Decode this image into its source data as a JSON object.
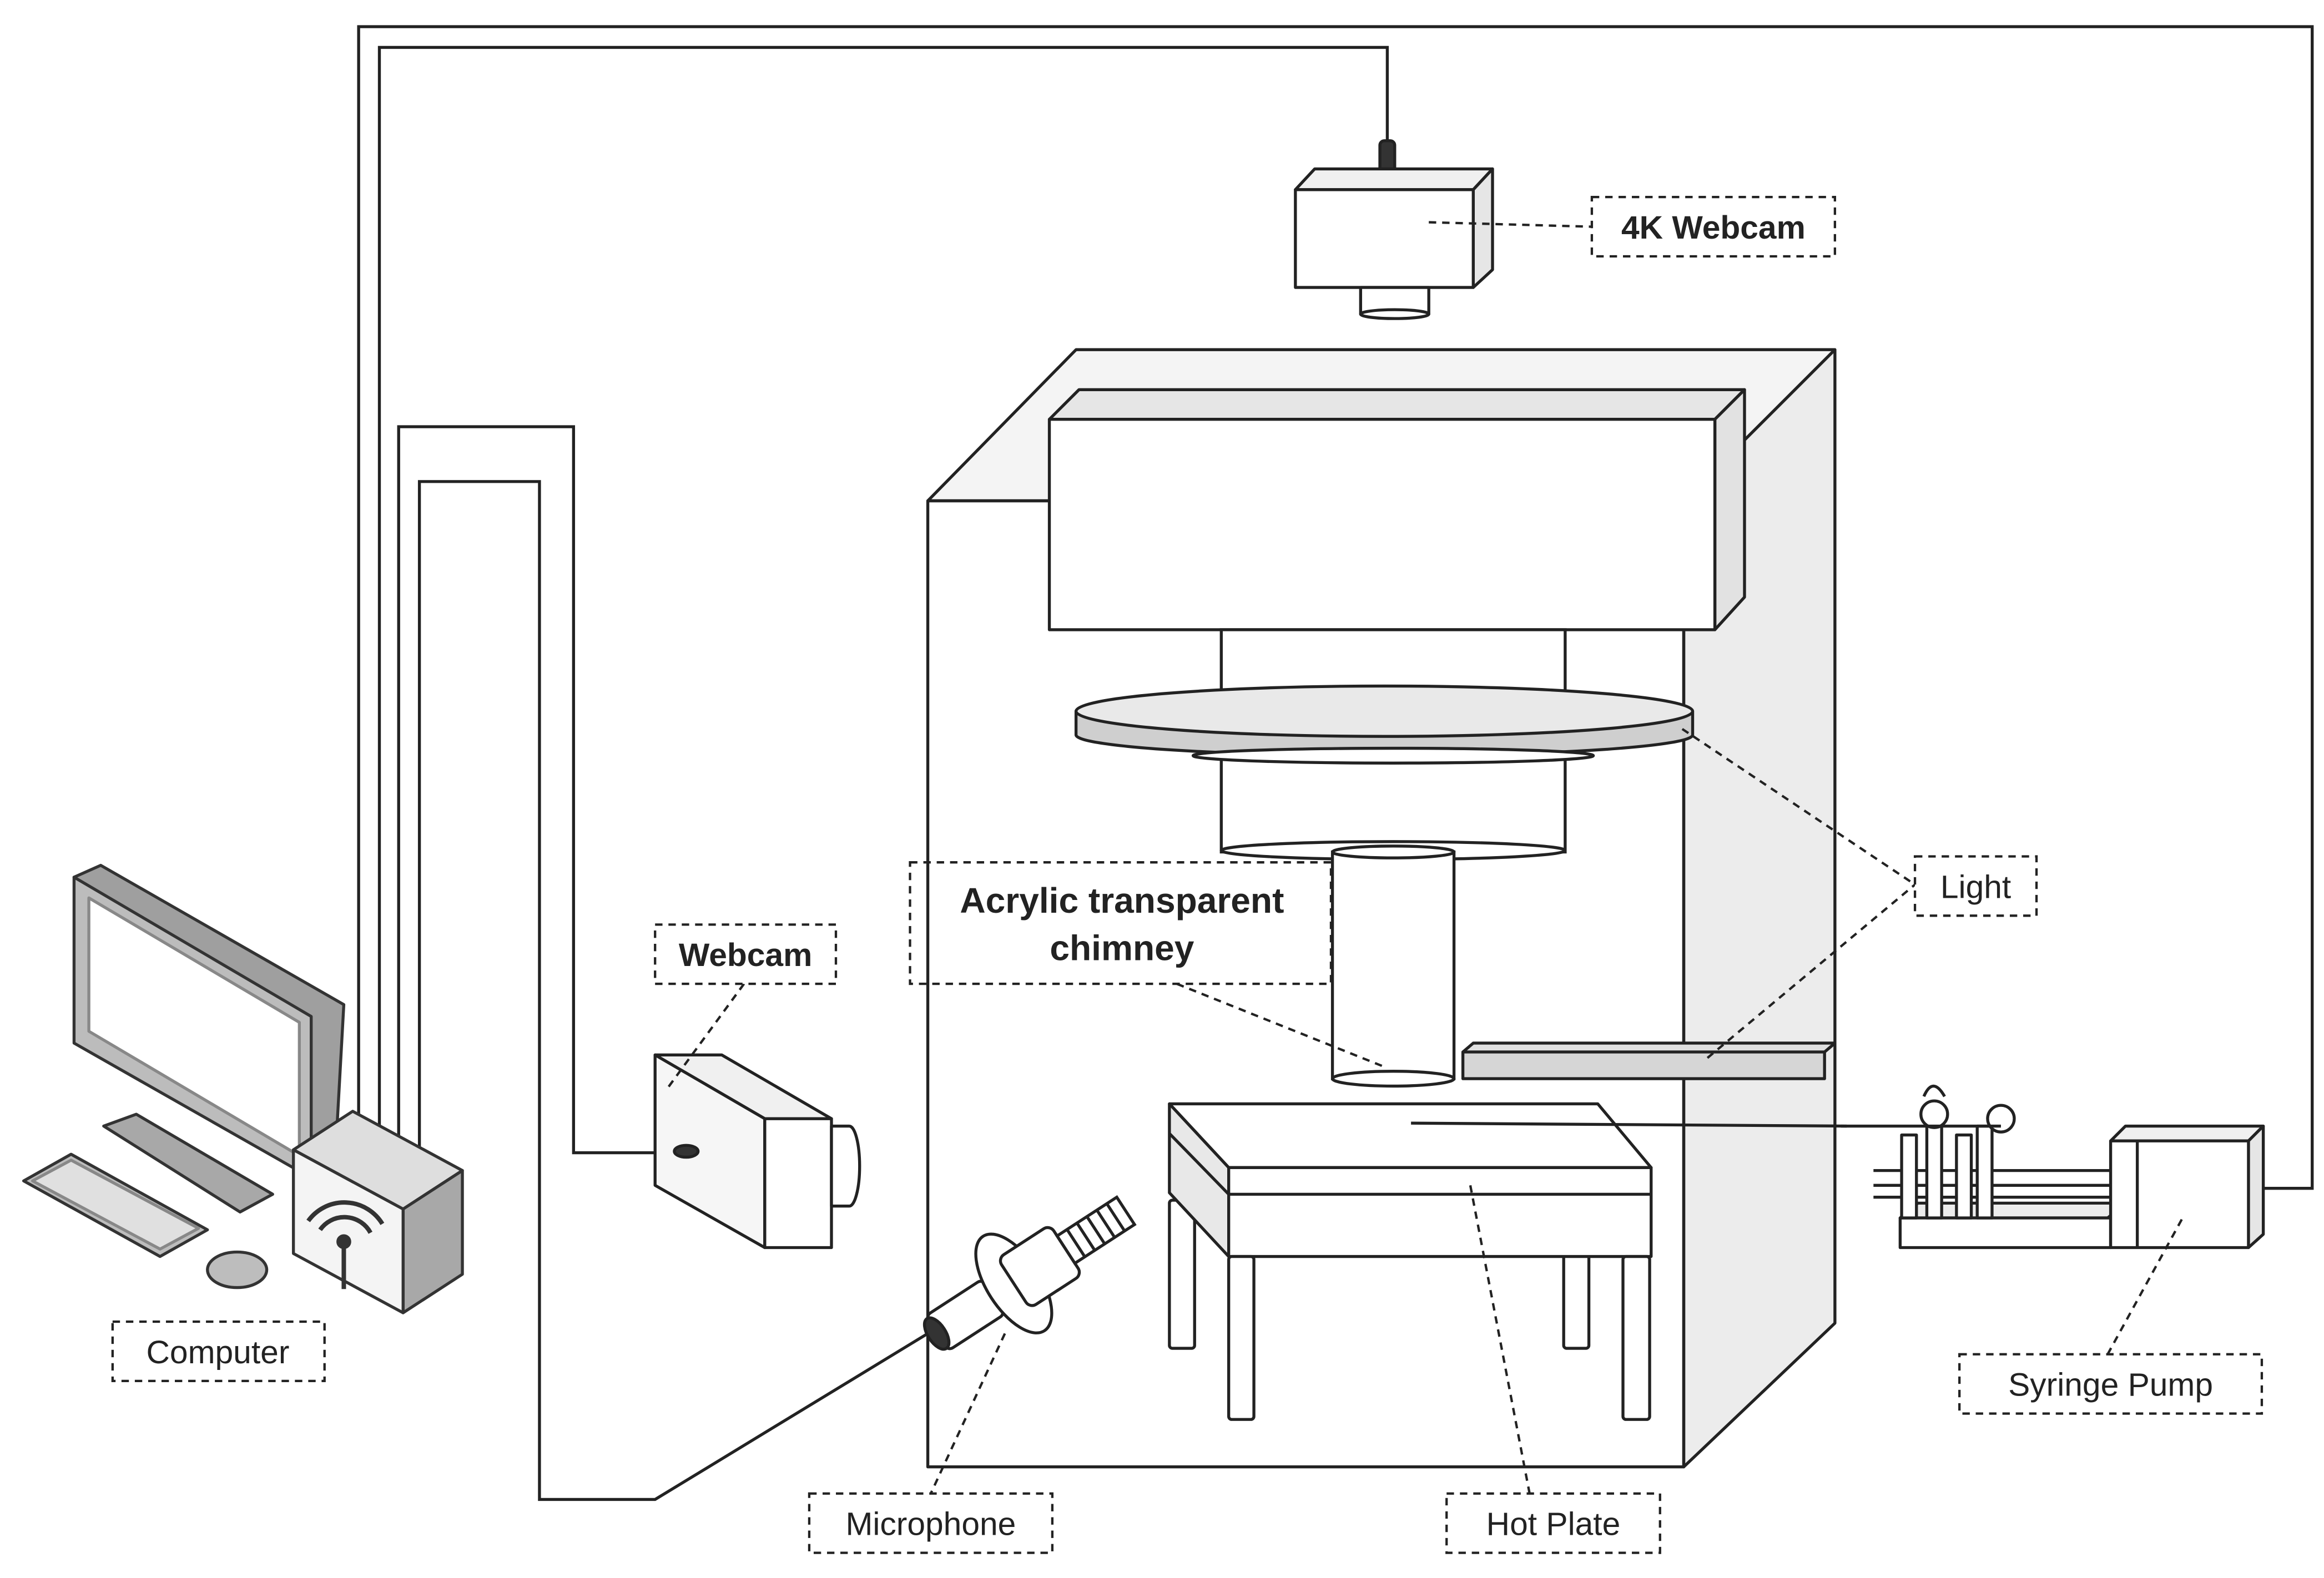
{
  "labels": {
    "webcam_4k": "4K Webcam",
    "webcam": "Webcam",
    "chimney_line1": "Acrylic transparent",
    "chimney_line2": "chimney",
    "light": "Light",
    "computer": "Computer",
    "microphone": "Microphone",
    "hot_plate": "Hot Plate",
    "syringe_pump": "Syringe Pump"
  },
  "colors": {
    "line": "#222222",
    "enclosure_side": "#f2f2f2",
    "light_ring": "#d8d8d8",
    "computer_gray": "#9a9a9a"
  },
  "icons": {
    "computer": "desktop-computer-icon",
    "microphone": "microphone-icon",
    "webcam": "camera-icon",
    "syringe_pump": "syringe-pump-icon"
  }
}
